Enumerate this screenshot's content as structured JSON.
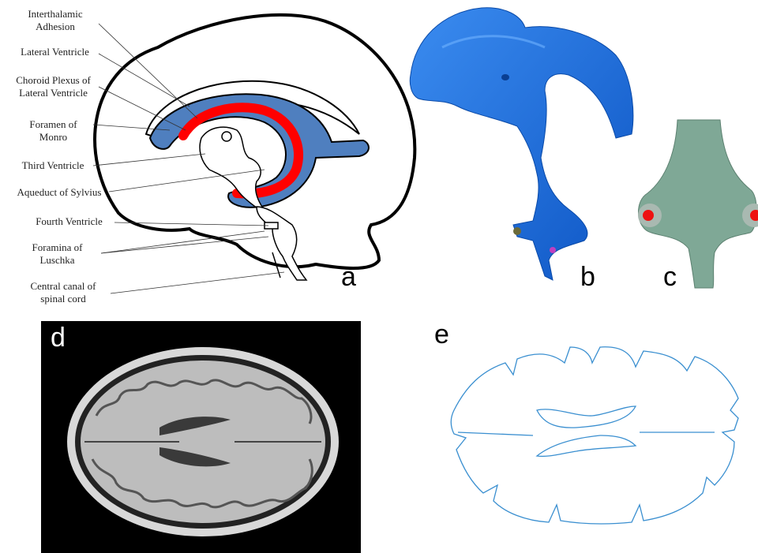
{
  "panel_a": {
    "labels": [
      "Interthalamic\nAdhesion",
      "Lateral Ventricle",
      "Choroid Plexus of\nLateral Ventricle",
      "Foramen of\nMonro",
      "Third Ventricle",
      "Aqueduct of Sylvius",
      "Fourth Ventricle",
      "Foramina of\nLuschka",
      "Central canal of\nspinal cord"
    ],
    "letter": "a"
  },
  "panel_b": {
    "letter": "b"
  },
  "panel_c": {
    "letter": "c"
  },
  "panel_d": {
    "letter": "d"
  },
  "panel_e": {
    "letter": "e"
  },
  "colors": {
    "ventricle_fill": "#4f7fbf",
    "choroid_plexus": "#ff0000",
    "model_blue": "#1e6fe0",
    "model_green": "#7fa896",
    "outline_blue": "#3a8fd0"
  }
}
